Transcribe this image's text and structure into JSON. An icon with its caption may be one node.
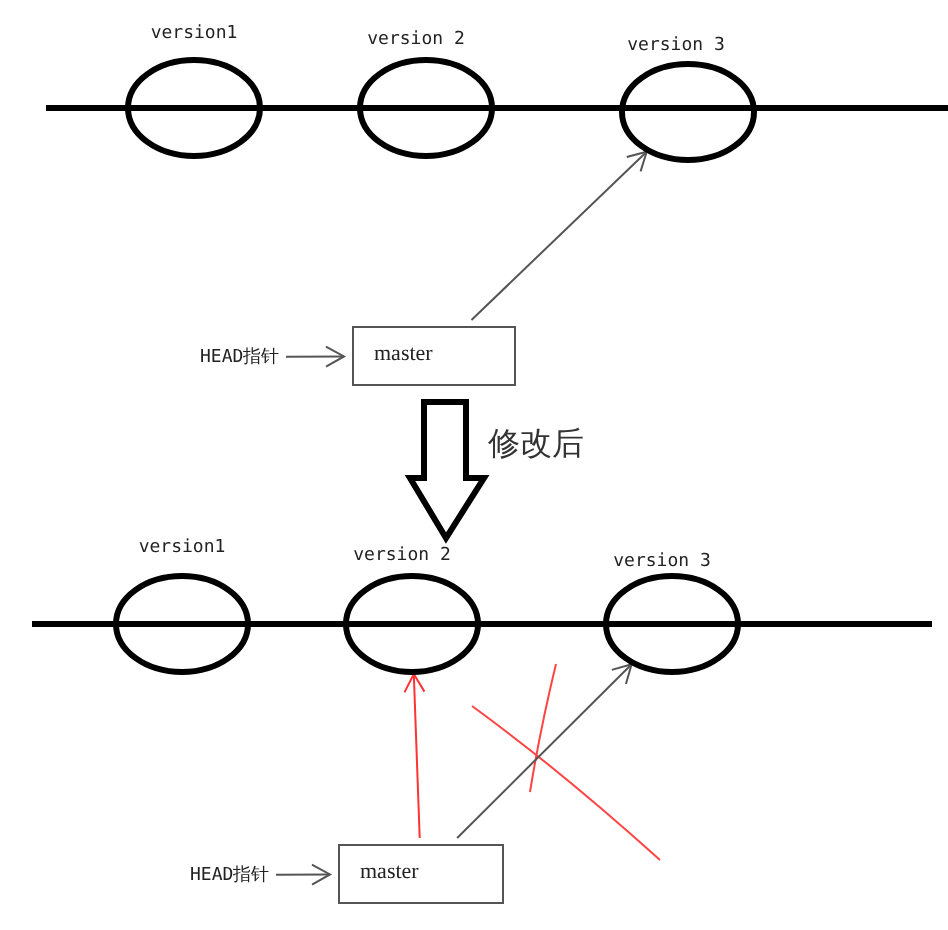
{
  "diagram": {
    "nodes": [
      {
        "text": [
          "version1"
        ]
      },
      {
        "text": [
          "version 2"
        ]
      },
      {
        "text": [
          "version 3"
        ]
      },
      {
        "text": [
          "HEAD指针"
        ]
      },
      {
        "text": [
          "master"
        ]
      },
      {
        "text": [
          "version1"
        ]
      },
      {
        "text": [
          "version 2"
        ]
      },
      {
        "text": [
          "version 3"
        ]
      },
      {
        "text": [
          "HEAD指针"
        ]
      },
      {
        "text": [
          "master"
        ]
      }
    ],
    "edges": [
      {
        "from": 3,
        "to": 4,
        "arrow": "to"
      },
      {
        "from": 4,
        "to": 2,
        "arrow": "to"
      },
      {
        "from": 8,
        "to": 9,
        "arrow": "to"
      },
      {
        "from": 9,
        "to": 7,
        "arrow": "to"
      },
      {
        "from": 9,
        "to": 6,
        "arrow": "to",
        "color": "#ff3333"
      },
      {
        "from": 4,
        "to": 6,
        "arrow": "to",
        "style": "thick",
        "color": "#000000",
        "label": "修改后"
      }
    ]
  }
}
